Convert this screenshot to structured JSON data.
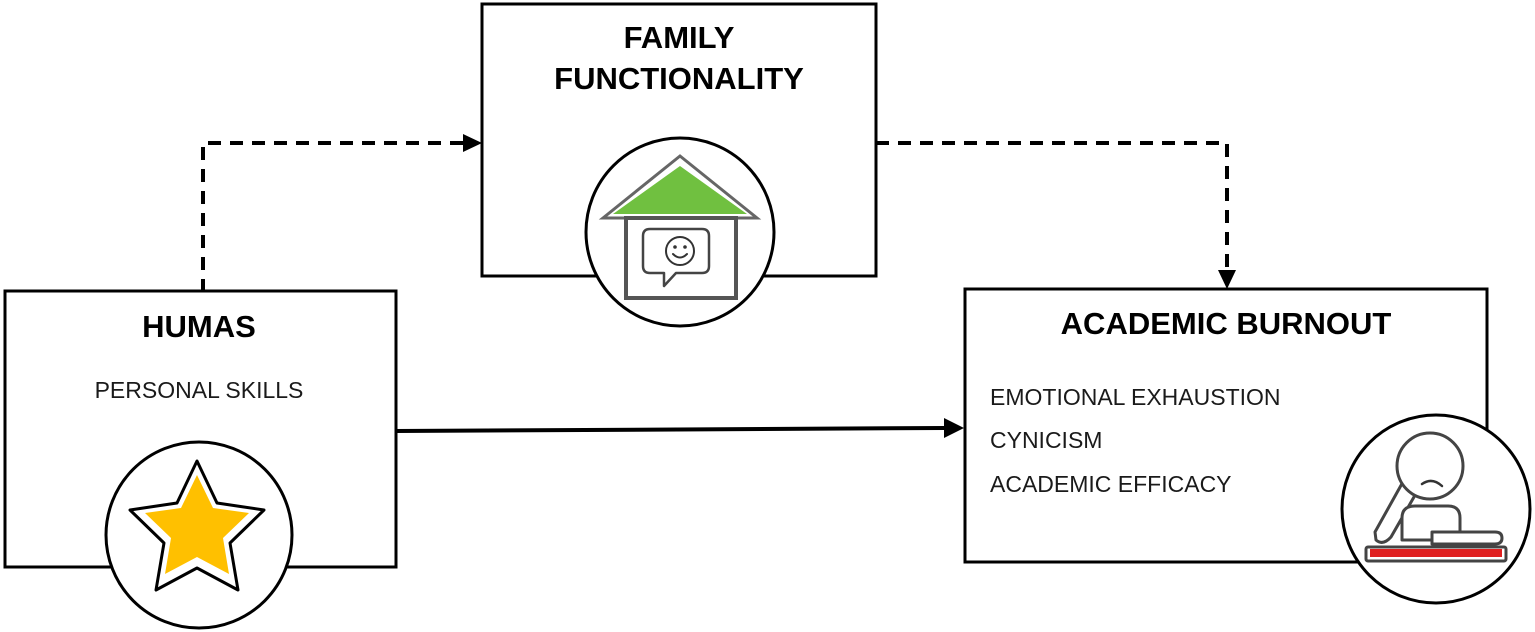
{
  "nodes": {
    "humas": {
      "title": "HUMAS",
      "subtitle": "PERSONAL SKILLS",
      "icon": "star-icon",
      "icon_color": "#FFC000"
    },
    "family": {
      "title_line1": "FAMILY",
      "title_line2": "FUNCTIONALITY",
      "icon": "house-speech-bubble-icon",
      "icon_color": "#70C040"
    },
    "burnout": {
      "title": "ACADEMIC BURNOUT",
      "dimensions": [
        "EMOTIONAL EXHAUSTION",
        "CYNICISM",
        "ACADEMIC EFFICACY"
      ],
      "icon": "tired-student-icon",
      "icon_color": "#E02020"
    }
  },
  "edges": [
    {
      "from": "humas",
      "to": "family",
      "style": "dashed"
    },
    {
      "from": "family",
      "to": "burnout",
      "style": "dashed"
    },
    {
      "from": "humas",
      "to": "burnout",
      "style": "solid"
    }
  ]
}
